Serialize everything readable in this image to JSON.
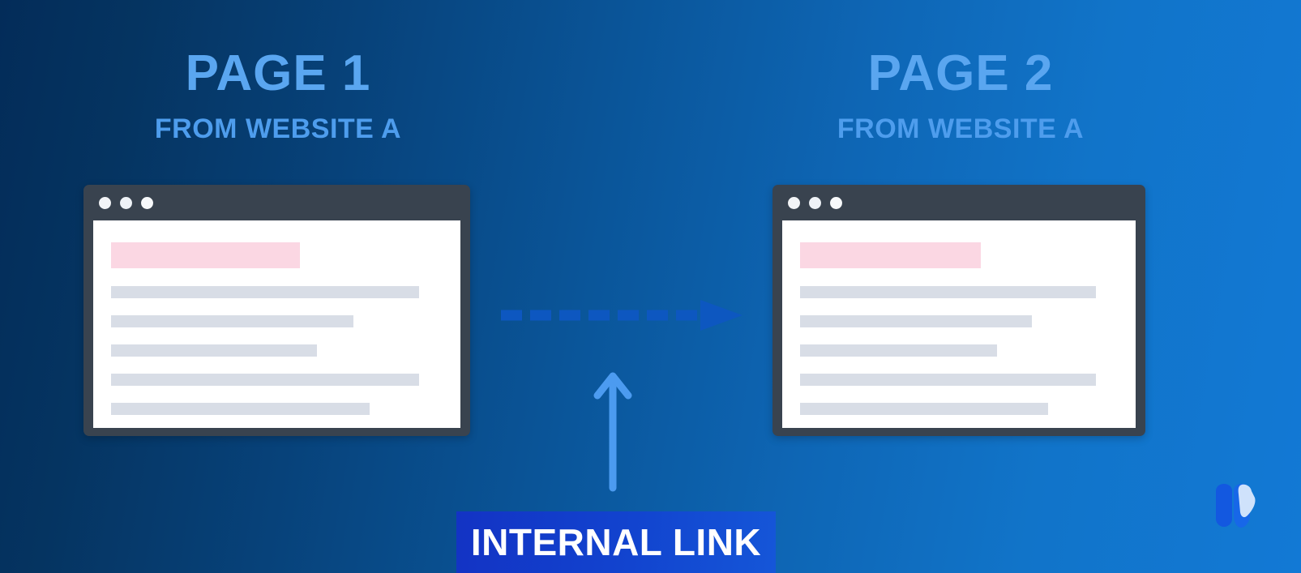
{
  "background": {
    "gradient_from": "#032c59",
    "gradient_to": "#1279d5"
  },
  "columns": [
    {
      "id": "left",
      "title": "PAGE 1",
      "subtitle": "FROM WEBSITE A",
      "title_color": "#5aa6f0",
      "subtitle_color": "#4e9ded",
      "window": {
        "chrome_color": "#39434f",
        "page_color": "#ffffff",
        "dots": [
          "dot-1",
          "dot-2",
          "dot-3"
        ],
        "heading_block_color": "#fbd7e3",
        "text_line_color": "#d8dde6",
        "heading_block_width_pct": 57,
        "text_line_widths_pct": [
          93,
          73,
          62,
          93,
          78
        ]
      }
    },
    {
      "id": "right",
      "title": "PAGE 2",
      "subtitle": "FROM WEBSITE A",
      "title_color": "#5aa6f0",
      "subtitle_color": "#4e9ded",
      "window": {
        "chrome_color": "#39434f",
        "page_color": "#ffffff",
        "dots": [
          "dot-1",
          "dot-2",
          "dot-3"
        ],
        "heading_block_color": "#fbd7e3",
        "text_line_color": "#d8dde6",
        "heading_block_width_pct": 57,
        "text_line_widths_pct": [
          93,
          73,
          62,
          93,
          78
        ]
      }
    }
  ],
  "connectors": {
    "horizontal_arrow": {
      "icon": "dashed-arrow-right-icon",
      "color": "#0d57c0",
      "direction": "right",
      "style": "dashed",
      "dashes": 7
    },
    "vertical_arrow": {
      "icon": "arrow-up-icon",
      "color": "#4c9bf0",
      "direction": "up",
      "style": "solid"
    }
  },
  "badge": {
    "label": "INTERNAL LINK",
    "background_color": "#1036c4",
    "text_color": "#ffffff"
  },
  "logo": {
    "name": "brand-logo",
    "dark_color": "#1358e0",
    "light_color": "#cfe2fb"
  }
}
